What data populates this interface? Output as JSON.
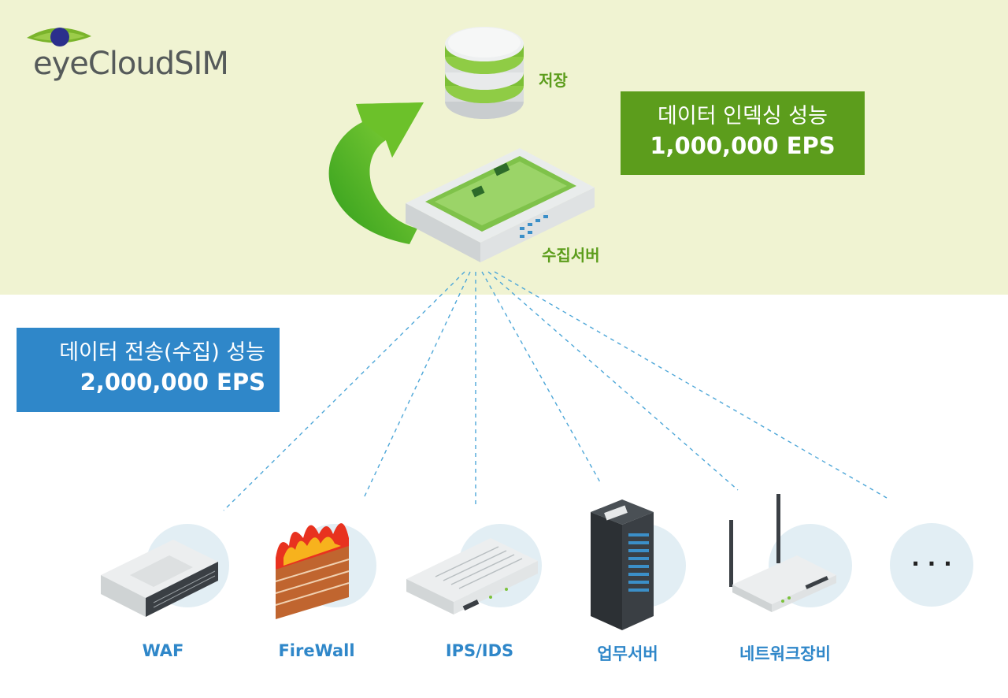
{
  "logo": {
    "text": "eyeCloudSIM"
  },
  "storage_label": "저장",
  "server_label": "수집서버",
  "indexing": {
    "title": "데이터 인덱싱 성능",
    "value": "1,000,000 EPS"
  },
  "collection": {
    "title": "데이터 전송(수집) 성능",
    "value": "2,000,000 EPS"
  },
  "devices": [
    {
      "label": "WAF"
    },
    {
      "label": "FireWall"
    },
    {
      "label": "IPS/IDS"
    },
    {
      "label": "업무서버"
    },
    {
      "label": "네트워크장비"
    },
    {
      "label": "· · ·"
    }
  ],
  "colors": {
    "green": "#5c9d1c",
    "blue": "#2f87c9",
    "top_band": "#f0f3d2"
  }
}
